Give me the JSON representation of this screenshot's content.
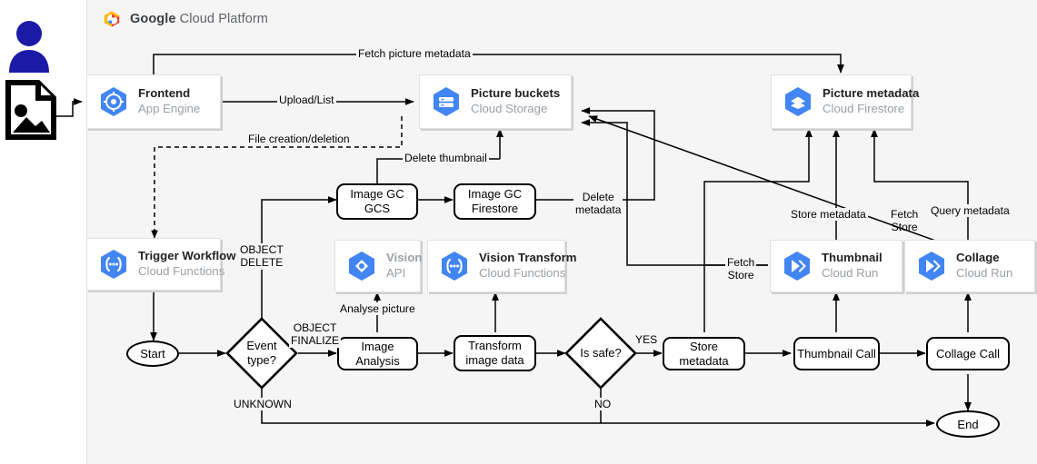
{
  "panel": {
    "title_bold": "Google",
    "title_rest": " Cloud Platform",
    "logo_icon": "google-cloud-logo",
    "background": "#f5f5f5"
  },
  "colors": {
    "gcp_blue": "#4285f4",
    "gcp_blue_dark": "#3367d6",
    "actor_blue": "#1a1aa6",
    "text_primary": "#202124",
    "text_muted": "#9aa0a6",
    "stroke": "#000000"
  },
  "actor": {
    "person_icon": "user-person-icon",
    "image_icon": "image-file-icon"
  },
  "services": [
    {
      "id": "frontend",
      "title": "Frontend",
      "subtitle": "App Engine",
      "icon": "app-engine-icon",
      "stacked": true,
      "muted": false
    },
    {
      "id": "buckets",
      "title": "Picture buckets",
      "subtitle": "Cloud Storage",
      "icon": "cloud-storage-icon",
      "stacked": true,
      "muted": false
    },
    {
      "id": "metadata",
      "title": "Picture metadata",
      "subtitle": "Cloud Firestore",
      "icon": "firestore-icon",
      "stacked": false,
      "muted": false
    },
    {
      "id": "trigger",
      "title": "Trigger Workflow",
      "subtitle": "Cloud Functions",
      "icon": "cloud-functions-icon",
      "stacked": true,
      "muted": false
    },
    {
      "id": "vision",
      "title": "Vision",
      "subtitle": "API",
      "icon": "vision-api-icon",
      "stacked": false,
      "muted": true
    },
    {
      "id": "transform",
      "title": "Vision Transform",
      "subtitle": "Cloud Functions",
      "icon": "cloud-functions-icon",
      "stacked": false,
      "muted": false
    },
    {
      "id": "thumbnail",
      "title": "Thumbnail",
      "subtitle": "Cloud Run",
      "icon": "cloud-run-icon",
      "stacked": false,
      "muted": false
    },
    {
      "id": "collage",
      "title": "Collage",
      "subtitle": "Cloud Run",
      "icon": "cloud-run-icon",
      "stacked": false,
      "muted": false
    }
  ],
  "nodes": {
    "image_gc_gcs": "Image GC\nGCS",
    "image_gc_firestore": "Image GC\nFirestore",
    "start": "Start",
    "event_type": "Event\ntype?",
    "image_analysis": "Image Analysis",
    "transform_image": "Transform\nimage data",
    "is_safe": "Is safe?",
    "store_metadata": "Store metadata",
    "thumbnail_call": "Thumbnail Call",
    "collage_call": "Collage Call",
    "end": "End"
  },
  "edge_labels": {
    "fetch_picture_metadata": "Fetch picture metadata",
    "upload_list": "Upload/List",
    "file_creation_deletion": "File creation/deletion",
    "delete_thumbnail": "Delete thumbnail",
    "delete_metadata": "Delete\nmetadata",
    "object_delete": "OBJECT\nDELETE",
    "object_finalize": "OBJECT\nFINALIZE",
    "unknown": "UNKNOWN",
    "analyse_picture": "Analyse picture",
    "yes": "YES",
    "no": "NO",
    "fetch_store_left": "Fetch\nStore",
    "fetch_store_right": "Fetch\nStore",
    "store_metadata_edge": "Store metadata",
    "query_metadata": "Query metadata"
  }
}
